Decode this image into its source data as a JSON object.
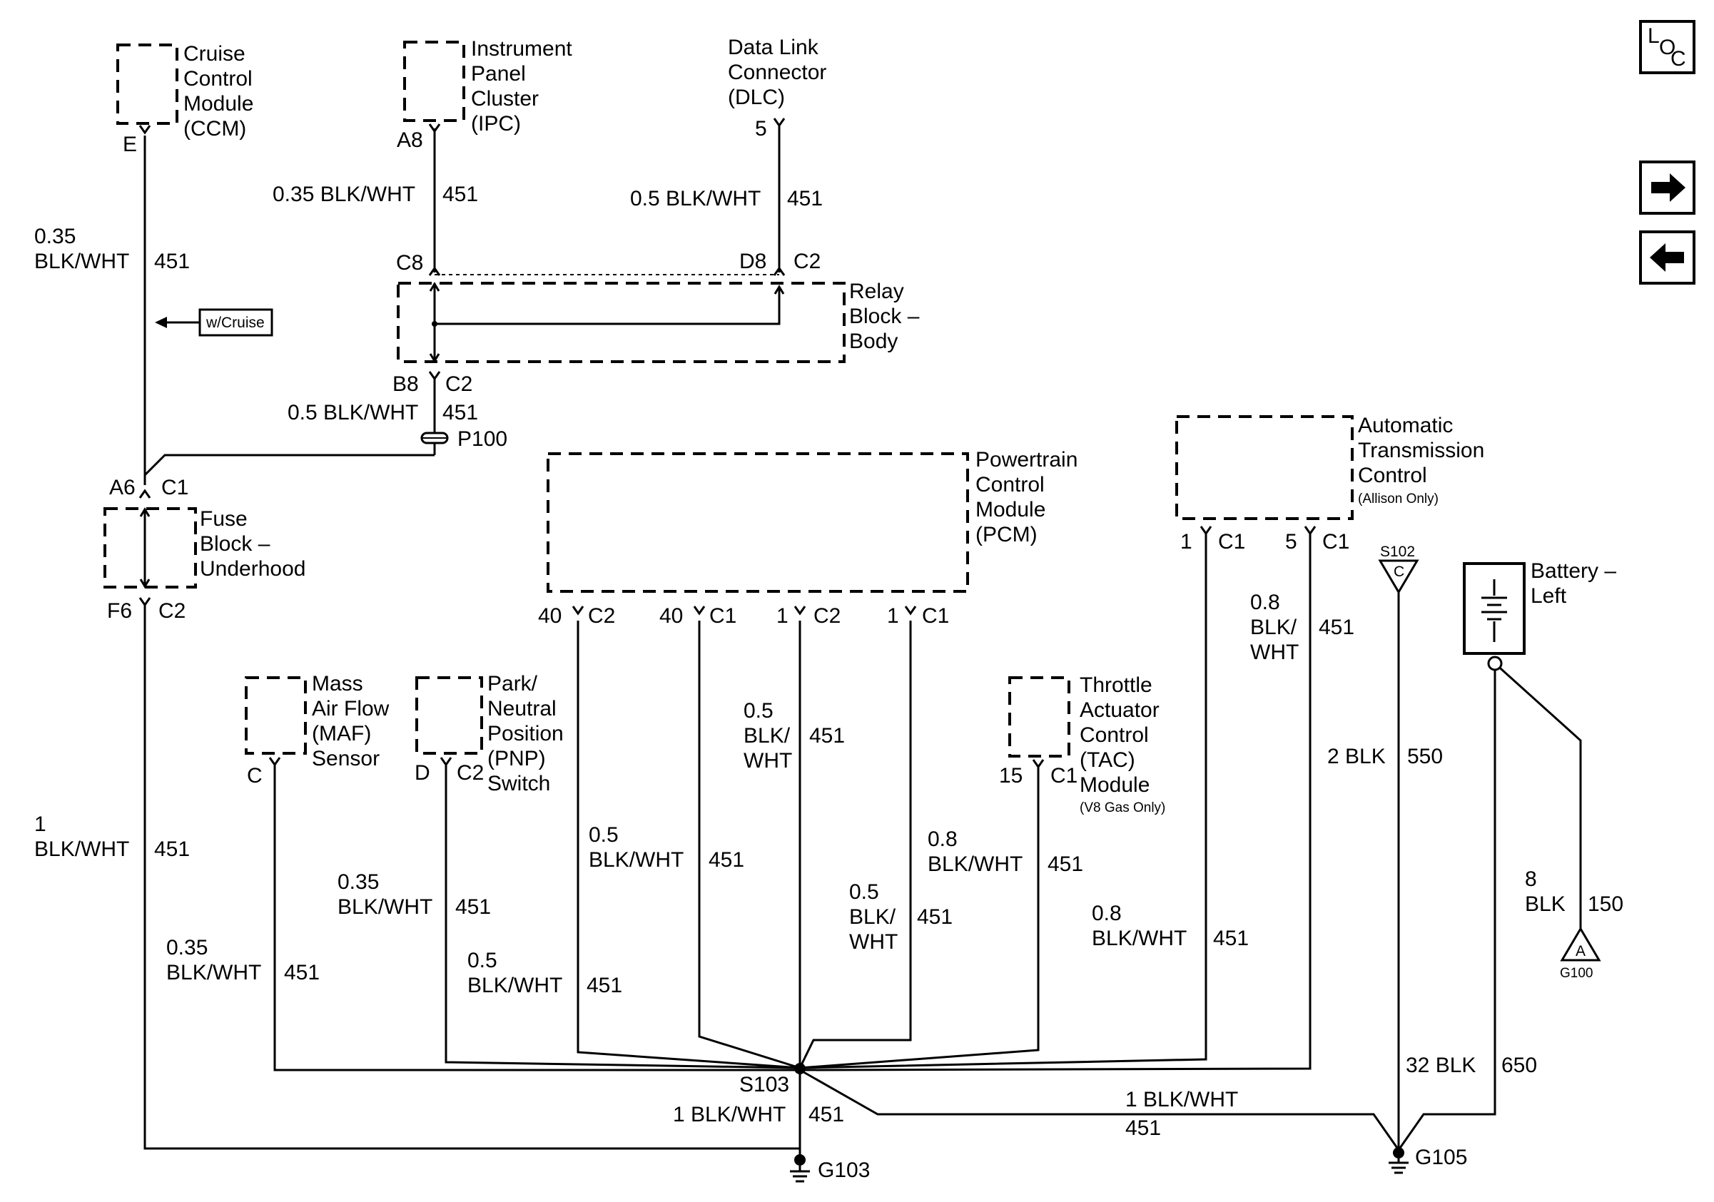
{
  "components": {
    "ccm": [
      "Cruise",
      "Control",
      "Module",
      "(CCM)"
    ],
    "ipc": [
      "Instrument",
      "Panel",
      "Cluster",
      "(IPC)"
    ],
    "dlc": [
      "Data Link",
      "Connector",
      "(DLC)"
    ],
    "relay_block": [
      "Relay",
      "Block –",
      "Body"
    ],
    "fuse_block": [
      "Fuse",
      "Block –",
      "Underhood"
    ],
    "pcm": [
      "Powertrain",
      "Control",
      "Module",
      "(PCM)"
    ],
    "atc": [
      "Automatic",
      "Transmission",
      "Control"
    ],
    "atc_note": "(Allison Only)",
    "maf": [
      "Mass",
      "Air Flow",
      "(MAF)",
      "Sensor"
    ],
    "pnp": [
      "Park/",
      "Neutral",
      "Position",
      "(PNP)",
      "Switch"
    ],
    "tac": [
      "Throttle",
      "Actuator",
      "Control",
      "(TAC)",
      "Module"
    ],
    "tac_note": "(V8 Gas Only)",
    "battery": [
      "Battery –",
      "Left"
    ]
  },
  "pins": {
    "ccm_pin": "E",
    "ipc_pin": "A8",
    "dlc_pin": "5",
    "relay_c8": "C8",
    "relay_d8": "D8",
    "relay_c2_top": "C2",
    "relay_b8": "B8",
    "relay_c2_bottom": "C2",
    "fuse_a6": "A6",
    "fuse_c1": "C1",
    "fuse_f6": "F6",
    "fuse_c2": "C2",
    "pcm_pins": [
      "40",
      "C2",
      "40",
      "C1",
      "1",
      "C2",
      "1",
      "C1"
    ],
    "atc_pins": [
      "1",
      "C1",
      "5",
      "C1"
    ],
    "maf_pin": "C",
    "pnp_pins": [
      "D",
      "C2"
    ],
    "tac_pins": [
      "15",
      "C1"
    ]
  },
  "wires": {
    "ccm": [
      "0.35",
      "BLK/WHT",
      "451"
    ],
    "ipc": [
      "0.35 BLK/WHT",
      "451"
    ],
    "dlc": [
      "0.5 BLK/WHT",
      "451"
    ],
    "relay_out": [
      "0.5 BLK/WHT",
      "451"
    ],
    "fuse_out": [
      "1",
      "BLK/WHT",
      "451"
    ],
    "maf": [
      "0.35",
      "BLK/WHT",
      "451"
    ],
    "pnp": [
      "0.35",
      "BLK/WHT",
      "451"
    ],
    "pcm_40c2": [
      "0.5",
      "BLK/WHT",
      "451"
    ],
    "pcm_40c1": [
      "0.5",
      "BLK/WHT",
      "451"
    ],
    "pcm_1c2": [
      "0.5",
      "BLK/",
      "WHT",
      "451"
    ],
    "pcm_1c1": [
      "0.5",
      "BLK/",
      "WHT",
      "451"
    ],
    "tac": [
      "0.8",
      "BLK/WHT",
      "451"
    ],
    "atc_1": [
      "0.8",
      "BLK/WHT",
      "451"
    ],
    "atc_5": [
      "0.8",
      "BLK/",
      "WHT",
      "451"
    ],
    "s103_out": [
      "1 BLK/WHT",
      "451"
    ],
    "s103_g105": [
      "1 BLK/WHT",
      "451"
    ],
    "s102": [
      "2 BLK",
      "550"
    ],
    "g105_s102": [
      "32 BLK",
      "650"
    ],
    "battery": [
      "8",
      "BLK",
      "150"
    ]
  },
  "splices": {
    "p100": "P100",
    "s103": "S103",
    "s102": "S102",
    "s102_letter": "C",
    "g100_letter": "A"
  },
  "grounds": {
    "g103": "G103",
    "g105": "G105",
    "g100": "G100"
  },
  "options": {
    "cruise": "w/Cruise"
  },
  "nav": {
    "loc_icon_text": [
      "L",
      "O",
      "C"
    ],
    "next_icon": "right-arrow-icon",
    "prev_icon": "left-arrow-icon"
  }
}
